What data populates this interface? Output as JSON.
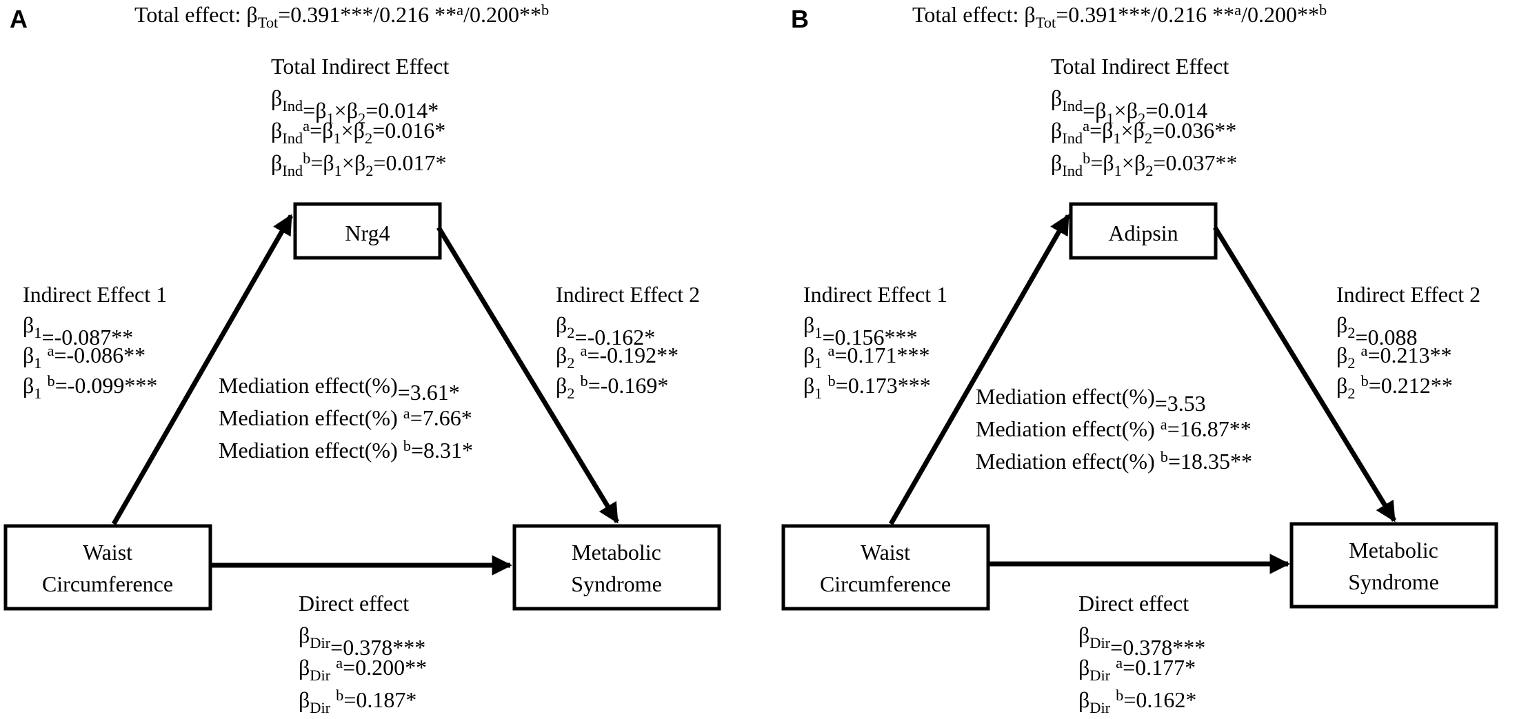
{
  "panels": [
    {
      "label": "A",
      "total": {
        "prefix": "Total effect: β",
        "sub": "Tot",
        "val": "=0.391***/0.216 **",
        "supa": "a",
        "mid": "/0.200**",
        "supb": "b"
      },
      "ti_title": "Total Indirect Effect",
      "ti": [
        {
          "sup": "",
          "val": "=β",
          "s1": "1",
          "x": "×β",
          "s2": "2",
          "rest": "=0.014*"
        },
        {
          "sup": "a",
          "val": "=β",
          "s1": "1",
          "x": "×β",
          "s2": "2",
          "rest": "=0.016*"
        },
        {
          "sup": "b",
          "val": "=β",
          "s1": "1",
          "x": "×β",
          "s2": "2",
          "rest": "=0.017*"
        }
      ],
      "mediator": "Nrg4",
      "ie1_title": "Indirect Effect 1",
      "ie1": [
        {
          "sup": "",
          "rest": "=-0.087**"
        },
        {
          "sup": "a",
          "rest": "=-0.086**"
        },
        {
          "sup": "b",
          "rest": "=-0.099***"
        }
      ],
      "ie2_title": "Indirect Effect 2",
      "ie2": [
        {
          "sup": "",
          "rest": "=-0.162*"
        },
        {
          "sup": "a",
          "rest": "=-0.192**"
        },
        {
          "sup": "b",
          "rest": "=-0.169*"
        }
      ],
      "med": [
        {
          "sup": "",
          "rest": "=3.61*"
        },
        {
          "sup": "a",
          "rest": "=7.66*"
        },
        {
          "sup": "b",
          "rest": "=8.31*"
        }
      ],
      "med_prefix": "Mediation effect(%)",
      "exposure": [
        "Waist",
        "Circumference"
      ],
      "outcome": [
        "Metabolic",
        "Syndrome"
      ],
      "dir_title": "Direct effect",
      "dir": [
        {
          "sup": "",
          "rest": "=0.378***"
        },
        {
          "sup": "a",
          "rest": "=0.200**"
        },
        {
          "sup": "b",
          "rest": "=0.187*"
        }
      ]
    },
    {
      "label": "B",
      "total": {
        "prefix": "Total effect: β",
        "sub": "Tot",
        "val": "=0.391***/0.216 **",
        "supa": "a",
        "mid": "/0.200**",
        "supb": "b"
      },
      "ti_title": "Total Indirect Effect",
      "ti": [
        {
          "sup": "",
          "val": "=β",
          "s1": "1",
          "x": "×β",
          "s2": "2",
          "rest": "=0.014"
        },
        {
          "sup": "a",
          "val": "=β",
          "s1": "1",
          "x": "×β",
          "s2": "2",
          "rest": "=0.036**"
        },
        {
          "sup": "b",
          "val": "=β",
          "s1": "1",
          "x": "×β",
          "s2": "2",
          "rest": "=0.037**"
        }
      ],
      "mediator": "Adipsin",
      "ie1_title": "Indirect Effect 1",
      "ie1": [
        {
          "sup": "",
          "rest": "=0.156***"
        },
        {
          "sup": "a",
          "rest": "=0.171***"
        },
        {
          "sup": "b",
          "rest": "=0.173***"
        }
      ],
      "ie2_title": "Indirect Effect 2",
      "ie2": [
        {
          "sup": "",
          "rest": "=0.088"
        },
        {
          "sup": "a",
          "rest": "=0.213**"
        },
        {
          "sup": "b",
          "rest": "=0.212**"
        }
      ],
      "med": [
        {
          "sup": "",
          "rest": "=3.53"
        },
        {
          "sup": "a",
          "rest": "=16.87**"
        },
        {
          "sup": "b",
          "rest": "=18.35**"
        }
      ],
      "med_prefix": "Mediation effect(%)",
      "exposure": [
        "Waist",
        "Circumference"
      ],
      "outcome": [
        "Metabolic",
        "Syndrome"
      ],
      "dir_title": "Direct effect",
      "dir": [
        {
          "sup": "",
          "rest": "=0.378***"
        },
        {
          "sup": "a",
          "rest": "=0.177*"
        },
        {
          "sup": "b",
          "rest": "=0.162*"
        }
      ]
    }
  ]
}
